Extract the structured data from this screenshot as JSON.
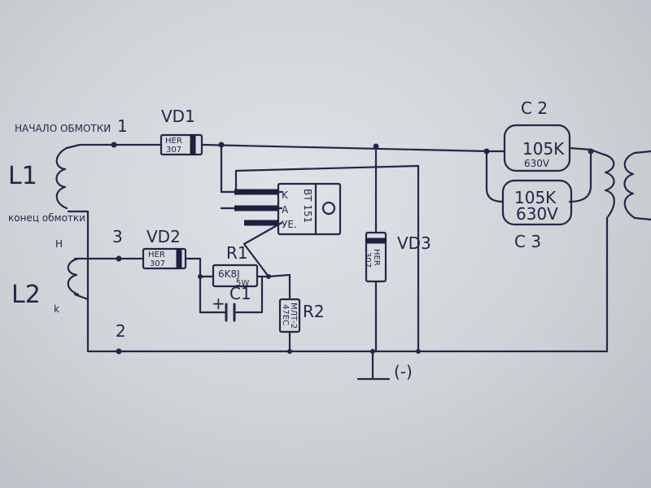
{
  "labels": {
    "winding_start": "НАЧАЛО ОБМОТКИ",
    "winding_end": "конец обмотки",
    "l1": "L1",
    "l2": "L2",
    "h": "H",
    "k": "k",
    "node1": "1",
    "node2": "2",
    "node3": "3",
    "ground": "(-)"
  },
  "components": {
    "vd1": {
      "name": "VD1",
      "line1": "HER",
      "line2": "307"
    },
    "vd2": {
      "name": "VD2",
      "line1": "HER",
      "line2": "307"
    },
    "vd3": {
      "name": "VD3",
      "line1": "HER",
      "line2": "307"
    },
    "r1": {
      "name": "R1",
      "value": "6K8J",
      "power": "5W"
    },
    "r2": {
      "name": "R2",
      "line1": "MЛТ-2",
      "line2": "47ЕС"
    },
    "c1": {
      "name": "C1",
      "plus": "+"
    },
    "c2": {
      "name": "C 2",
      "value": "105K",
      "voltage": "630V"
    },
    "c3": {
      "name": "C 3",
      "value": "105K",
      "voltage": "630V"
    },
    "thyristor": {
      "part": "BT 151",
      "pin_k": "K",
      "pin_a": "A",
      "pin_ye": "УЕ."
    }
  }
}
